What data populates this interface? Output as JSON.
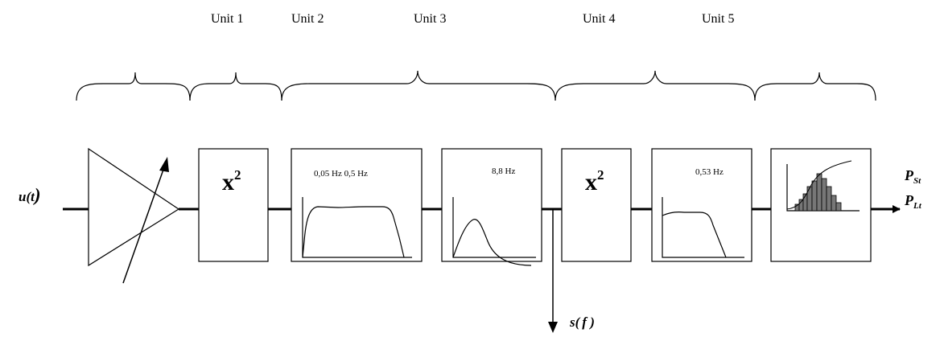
{
  "units": [
    {
      "label": "Unit 1"
    },
    {
      "label": "Unit 2"
    },
    {
      "label": "Unit 3"
    },
    {
      "label": "Unit 4"
    },
    {
      "label": "Unit 5"
    }
  ],
  "blocks": {
    "square_1": {
      "base": "x",
      "exponent": "2"
    },
    "bandpass": {
      "label": "0,05 Hz 0,5 Hz"
    },
    "weighting": {
      "label": "8,8 Hz"
    },
    "square_2": {
      "base": "x",
      "exponent": "2"
    },
    "lowpass": {
      "label": "0,53 Hz"
    }
  },
  "input": {
    "func": "u",
    "arg_open": "(",
    "arg": "t",
    "arg_close": ")"
  },
  "tap_output": {
    "func": "s",
    "arg_open": "(",
    "arg": "f",
    "arg_close": " )"
  },
  "outputs": {
    "pst_main": "P",
    "pst_sub": "St",
    "plt_main": "P",
    "plt_sub": "Lt"
  }
}
